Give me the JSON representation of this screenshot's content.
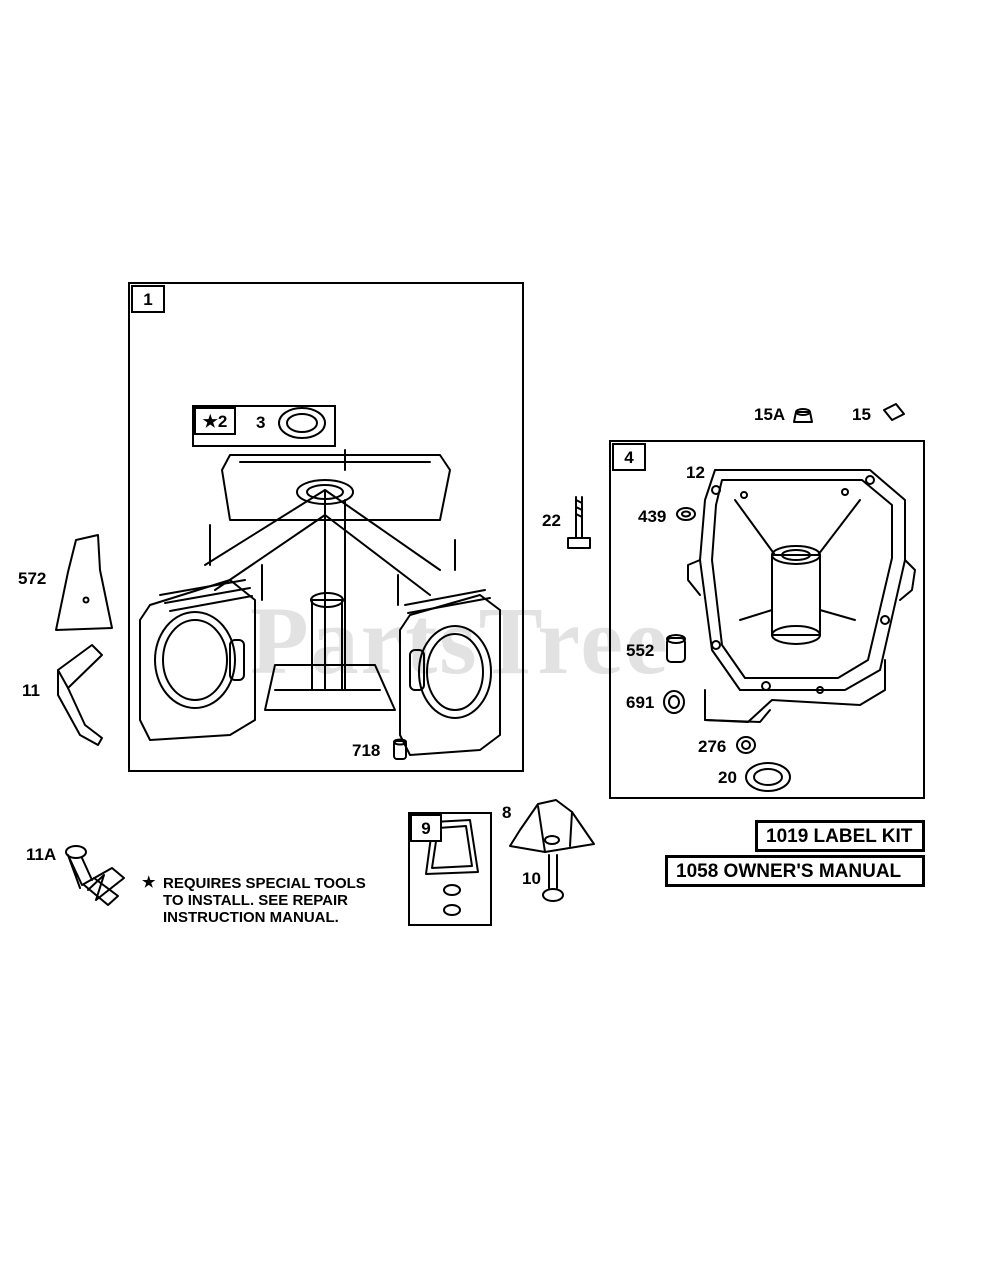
{
  "watermark": "PartsTree",
  "groups": {
    "g1": "1",
    "g2": "★2",
    "g4": "4",
    "g9": "9"
  },
  "callouts": {
    "c3": "3",
    "c572": "572",
    "c11": "11",
    "c11a": "11A",
    "c718": "718",
    "c22": "22",
    "c8": "8",
    "c10": "10",
    "c15a": "15A",
    "c15": "15",
    "c12": "12",
    "c439": "439",
    "c552": "552",
    "c691": "691",
    "c276": "276",
    "c20": "20"
  },
  "kits": {
    "label_kit": "1019 LABEL KIT",
    "owners_manual": "1058 OWNER'S MANUAL"
  },
  "note": {
    "star": "★",
    "line1": "REQUIRES SPECIAL TOOLS",
    "line2": "TO INSTALL.  SEE REPAIR",
    "line3": "INSTRUCTION MANUAL."
  },
  "colors": {
    "ink": "#000000",
    "paper": "#ffffff",
    "watermark": "#969696"
  }
}
